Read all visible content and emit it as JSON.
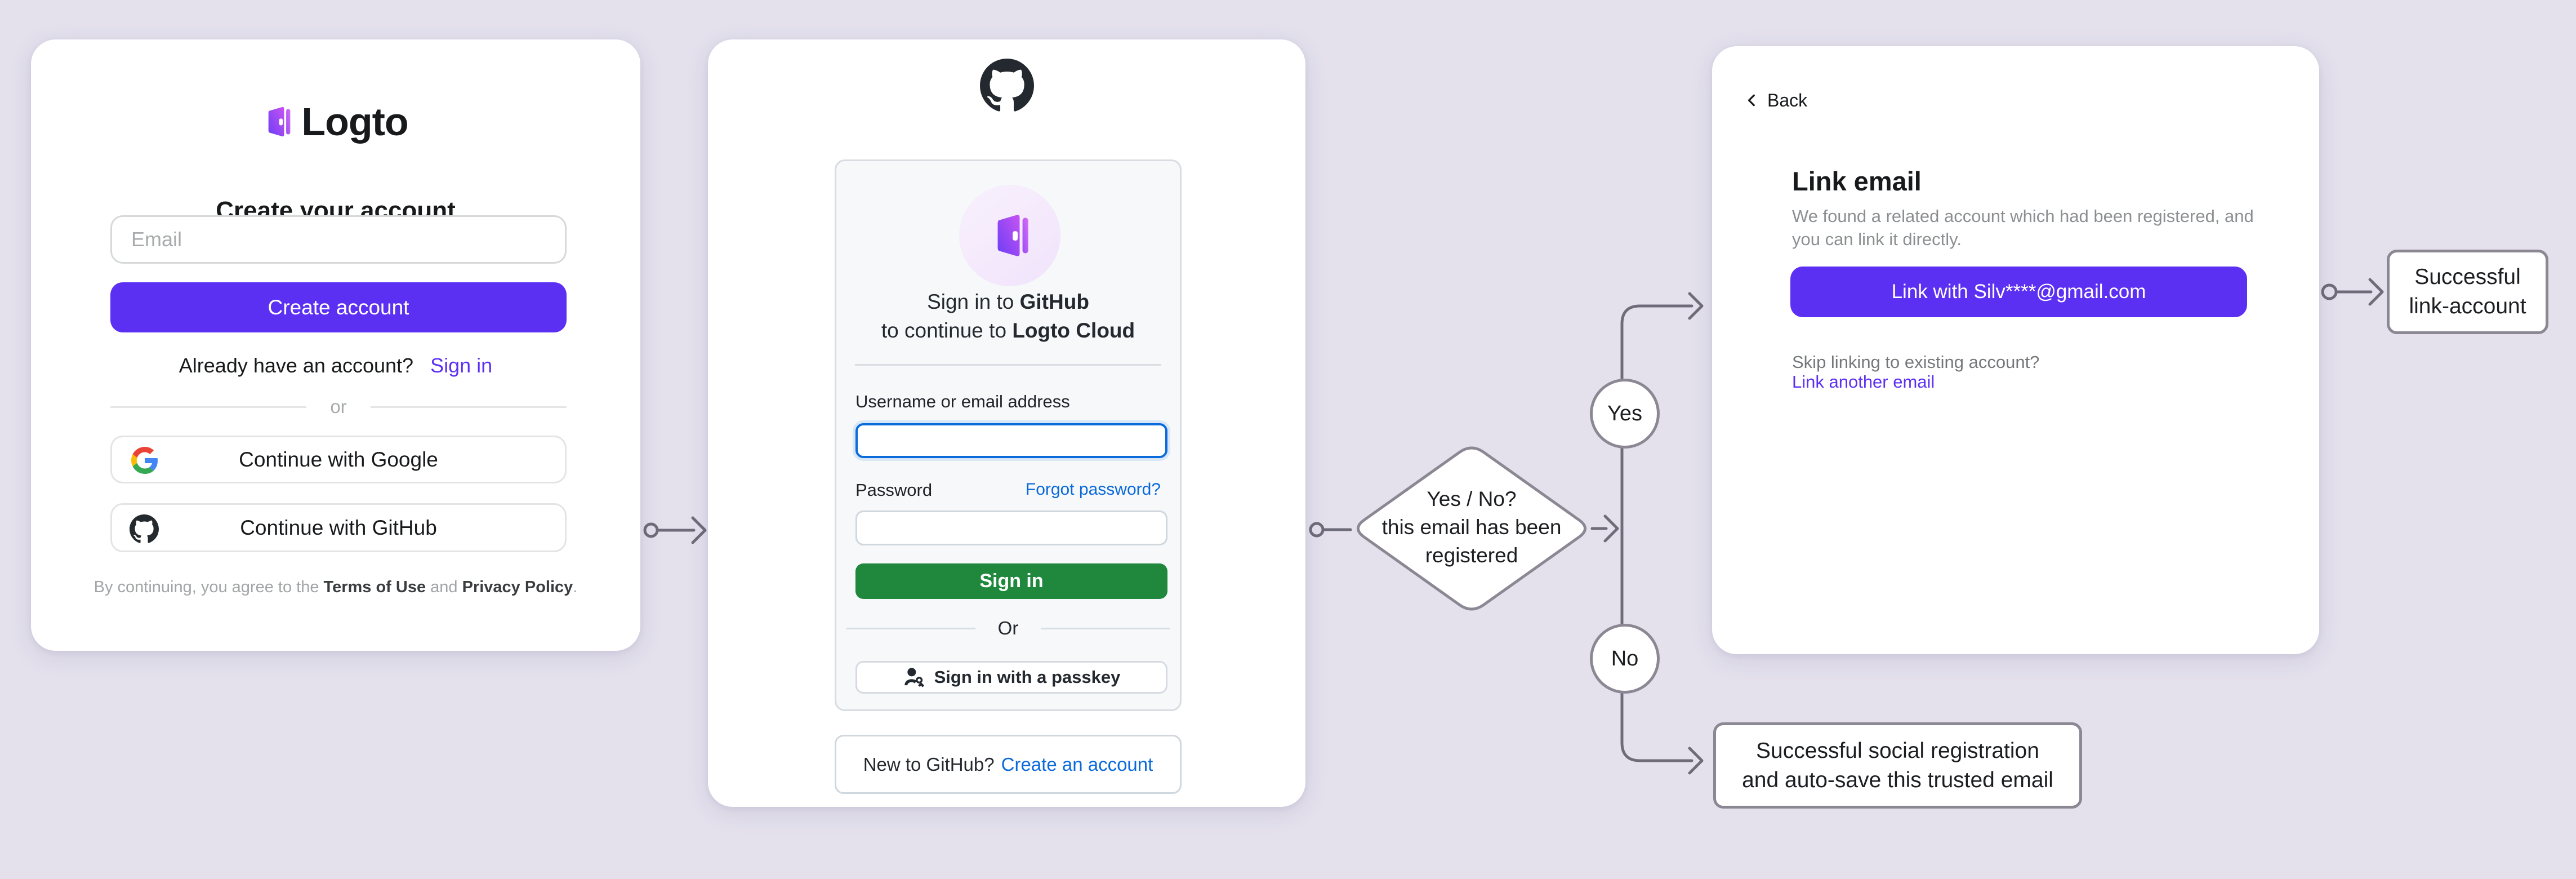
{
  "colors": {
    "background": "#e4e1ed",
    "logto_purple": "#5c30f2",
    "github_green": "#1f883d",
    "github_link_blue": "#0969da",
    "flow_line": "#6f6c79",
    "node_border": "#8b8894"
  },
  "logto_card": {
    "brand": "Logto",
    "title": "Create your account",
    "email_placeholder": "Email",
    "create_button": "Create account",
    "signin_prompt": "Already have an account?",
    "signin_link": "Sign in",
    "divider": "or",
    "google_button": "Continue with Google",
    "github_button": "Continue with GitHub",
    "terms_prefix": "By continuing, you agree to the",
    "terms_of_use": "Terms of Use",
    "terms_and": "and",
    "privacy_policy": "Privacy Policy",
    "terms_suffix": "."
  },
  "github_card": {
    "signin_line1_normal": "Sign in to ",
    "signin_line1_bold": "GitHub",
    "signin_line2_normal": "to continue to ",
    "signin_line2_bold": "Logto Cloud",
    "username_label": "Username or email address",
    "username_value": "",
    "password_label": "Password",
    "password_value": "",
    "forgot_link": "Forgot password?",
    "signin_button": "Sign in",
    "divider": "Or",
    "passkey_button": "Sign in with a passkey",
    "new_prompt": "New to GitHub?",
    "create_link": "Create an account"
  },
  "link_card": {
    "back": "Back",
    "title": "Link email",
    "desc_line1": "We found a related account which had been registered, and",
    "desc_line2": "you can link it directly.",
    "link_button": "Link with Silv****@gmail.com",
    "skip_text": "Skip linking to existing account?",
    "link_another": "Link another email"
  },
  "flow": {
    "decision_line1": "Yes / No?",
    "decision_line2": "this email has been",
    "decision_line3": "registered",
    "yes": "Yes",
    "no": "No",
    "link_success_line1": "Successful",
    "link_success_line2": "link-account",
    "social_success_line1": "Successful social registration",
    "social_success_line2": "and auto-save this trusted email"
  }
}
